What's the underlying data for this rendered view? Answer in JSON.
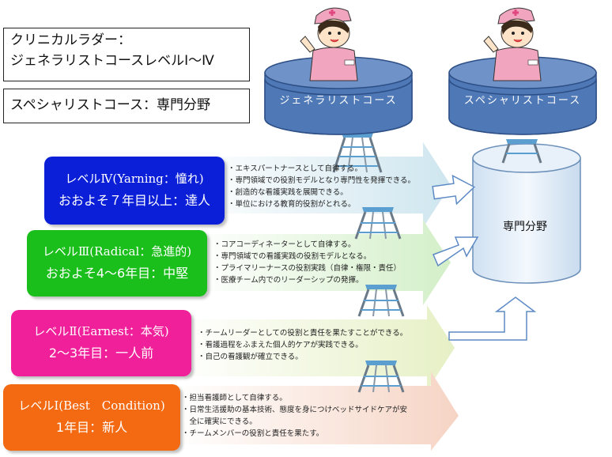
{
  "legend": {
    "ladder_line1": "クリニカルラダー：",
    "ladder_line2": "ジェネラリストコースレベルⅠ～Ⅳ",
    "specialist": "スペシャリストコース：専門分野"
  },
  "courses": {
    "generalist": "ジェネラリストコース",
    "specialist": "スペシャリストコース",
    "specialty_field": "専門分野"
  },
  "levels": [
    {
      "title": "レベルⅣ(Yarning：憧れ)",
      "subtitle": "おおよそ７年目以上：達人",
      "color": "#0b1fd8",
      "items": [
        "・エキスパートナースとして自律する。",
        "・専門領域での役割モデルとなり専門性を発揮できる。",
        "・創造的な看護実践を展開できる。",
        "・単位における教育的役割がとれる。"
      ]
    },
    {
      "title": "レベルⅢ(Radical：急進的)",
      "subtitle": "おおよそ4～6年目：中堅",
      "color": "#1bbf1b",
      "items": [
        "・コアコーディネーターとして自律する。",
        "・専門領域での看護実践の役割モデルとなる。",
        "・プライマリーナースの役割実践（自律・権限・責任）",
        "・医療チーム内でのリーダーシップの発揮。"
      ]
    },
    {
      "title": "レベルⅡ(Earnest：本気)",
      "subtitle": "2～3年目：一人前",
      "color": "#f01f9a",
      "items": [
        "・チームリーダーとしての役割と責任を果たすことができる。",
        "・看護過程をふまえた個人的ケアが実践できる。",
        "・自己の看護観が確立できる。"
      ]
    },
    {
      "title": "レベルⅠ(Best　Condition)",
      "subtitle": "1年目：新人",
      "color": "#f36a12",
      "items": [
        "・担当看護師として自律する。",
        "・日常生活援助の基本技術、態度を身につけベッドサイドケアが安",
        "　全に確実にできる。",
        "・チームメンバーの役割と責任を果たす。"
      ]
    }
  ],
  "colors": {
    "arrow_iv": "#d9ebf2",
    "arrow_iii": "#e0f3d8",
    "arrow_ii": "#eef4d3",
    "arrow_i": "#f8ddd0",
    "cylinder": "#4f78b7",
    "specialty_cylinder": "#dceaf6"
  }
}
